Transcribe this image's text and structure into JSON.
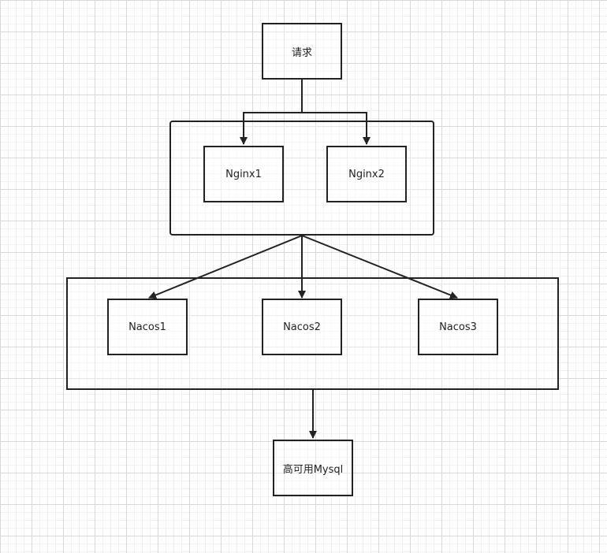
{
  "nodes": {
    "request": "请求",
    "nginx1": "Nginx1",
    "nginx2": "Nginx2",
    "nacos1": "Nacos1",
    "nacos2": "Nacos2",
    "nacos3": "Nacos3",
    "mysql": "高可用Mysql"
  },
  "colors": {
    "stroke": "#222222",
    "grid": "#d8d8d8",
    "background": "#ffffff"
  }
}
